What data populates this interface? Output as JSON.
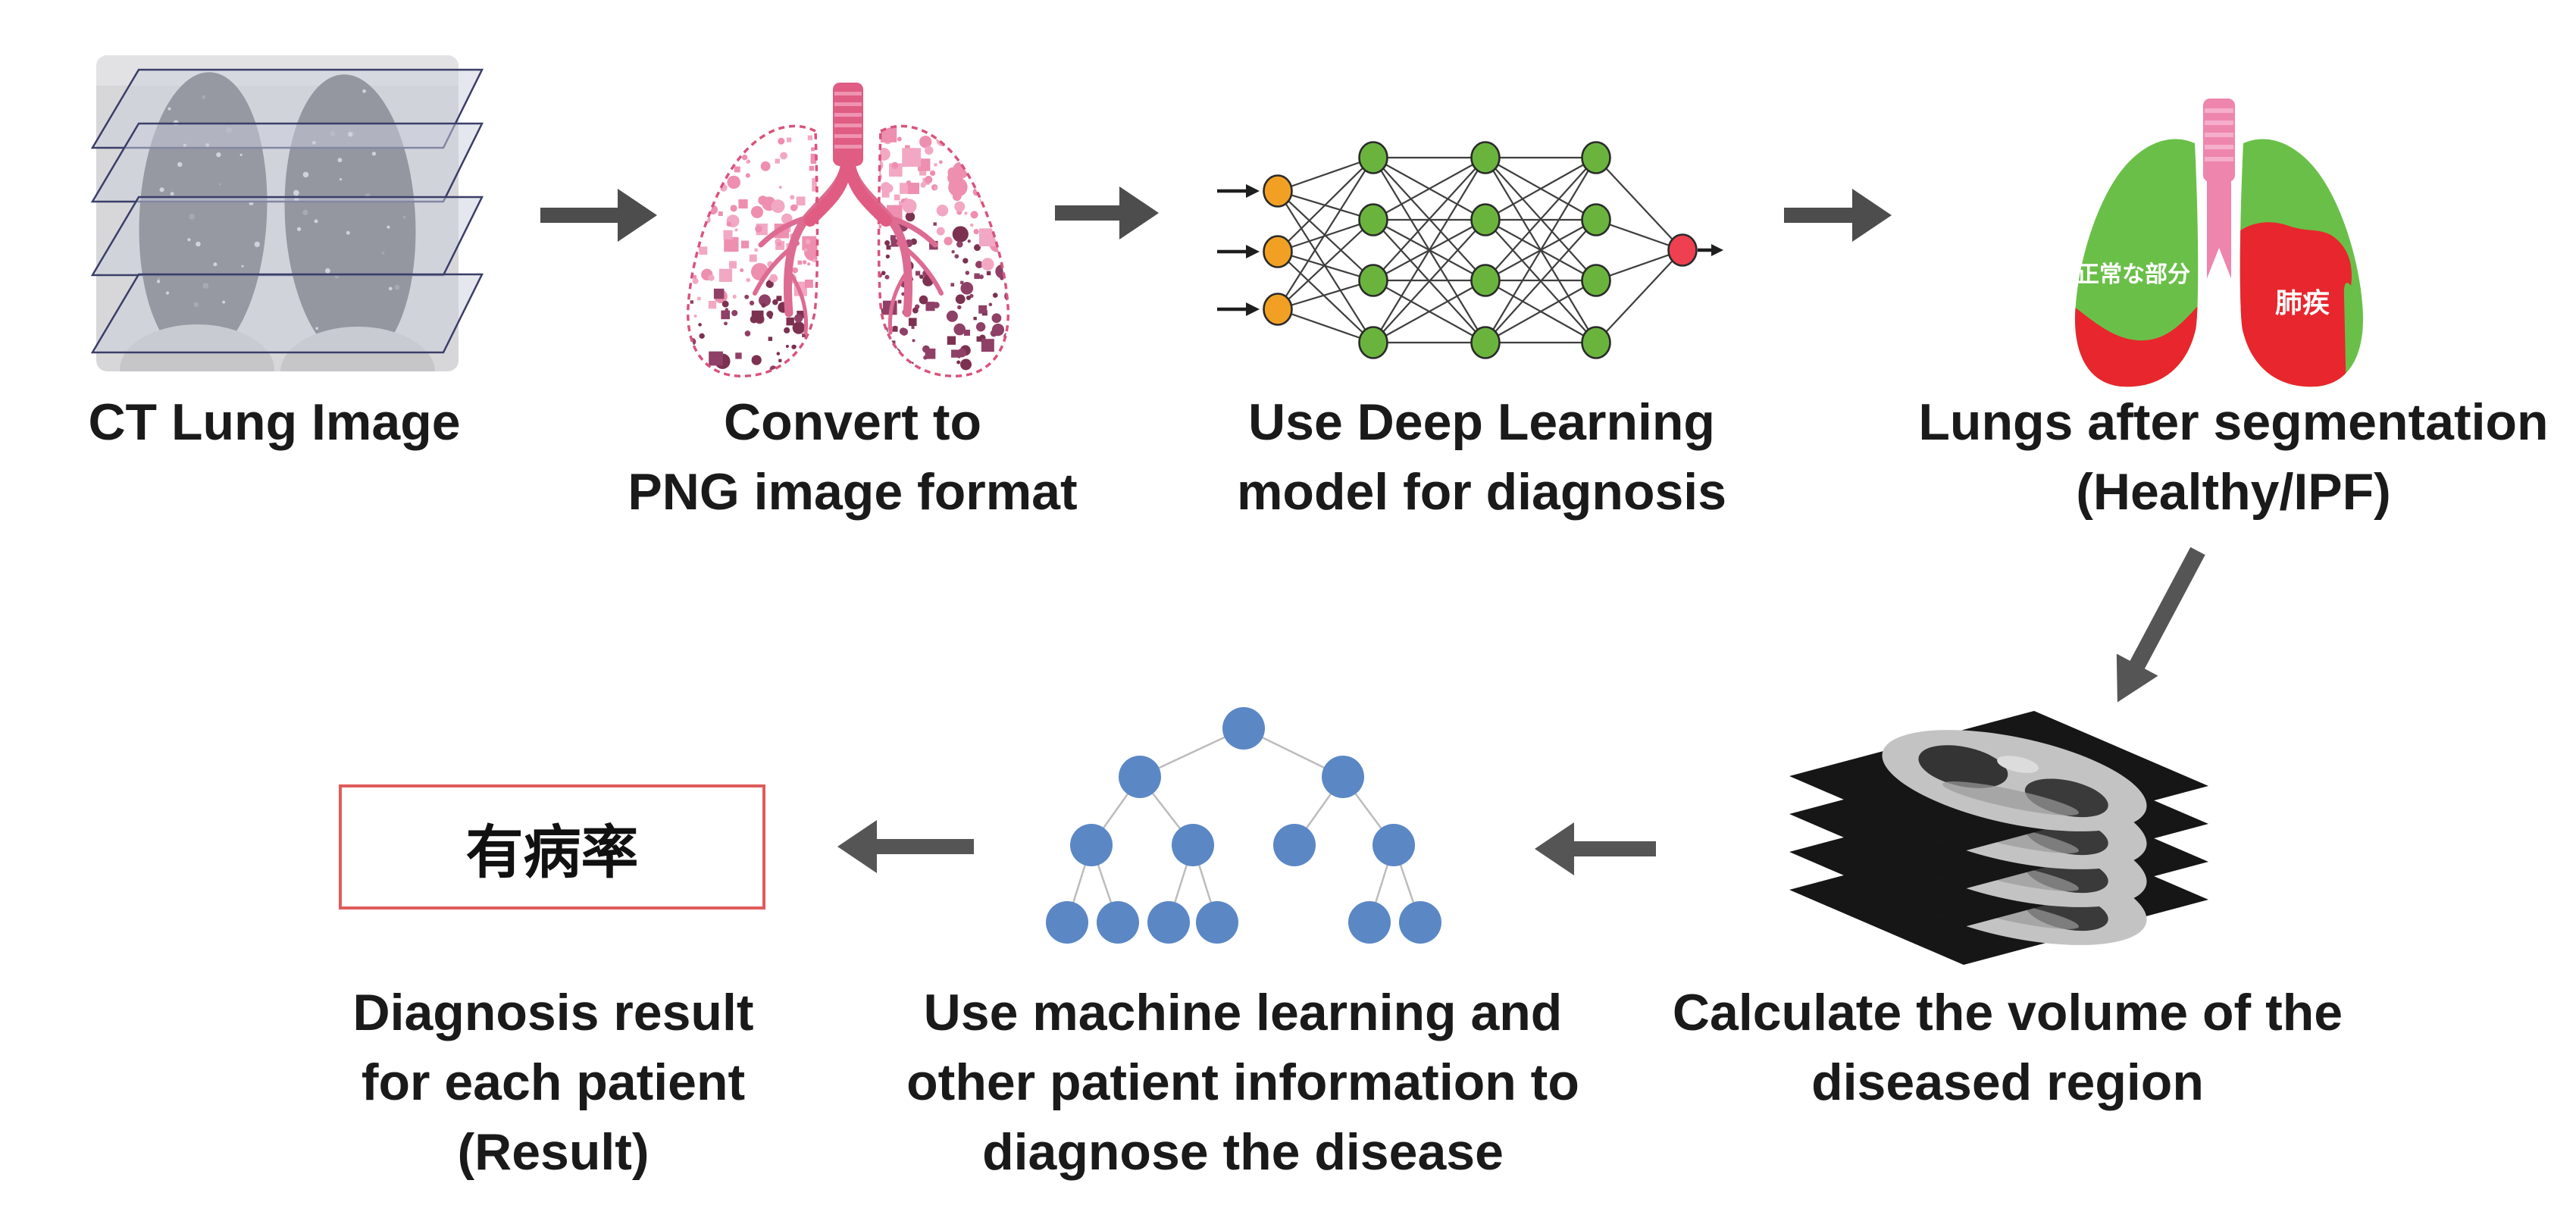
{
  "steps": [
    {
      "name": "ct-lung-image",
      "caption_lines": [
        "CT Lung Image"
      ]
    },
    {
      "name": "convert-to-png",
      "caption_lines": [
        "Convert to",
        "PNG image format"
      ]
    },
    {
      "name": "deep-learning-model",
      "caption_lines": [
        "Use Deep Learning",
        "model for diagnosis"
      ]
    },
    {
      "name": "lungs-after-segmentation",
      "caption_lines": [
        "Lungs after segmentation",
        "(Healthy/IPF)"
      ]
    },
    {
      "name": "calculate-volume",
      "caption_lines": [
        "Calculate the volume of the",
        "diseased region"
      ]
    },
    {
      "name": "machine-learning-diagnosis",
      "caption_lines": [
        "Use machine learning and",
        "other patient information to",
        "diagnose the disease"
      ]
    },
    {
      "name": "diagnosis-result",
      "caption_lines": [
        "Diagnosis result",
        "for each patient",
        "(Result)"
      ]
    }
  ],
  "result_box": {
    "label": "有病率"
  },
  "segmented_lungs": {
    "normal_region_label": "正常な部分",
    "diseased_region_label": "肺疾"
  },
  "colors": {
    "caption_text": "#1a1a1a",
    "flow_arrow": "#4d4d4d",
    "nn_input_node": "#f2a024",
    "nn_hidden_node": "#6ab43e",
    "nn_output_node": "#ee4050",
    "nn_edge": "#3e3e3e",
    "tree_node": "#5b87c5",
    "tree_edge": "#bcbcbc",
    "lung_outline_pink": "#d9537b",
    "trachea_pink": "#e05c82",
    "trachea_stripe": "#ef93b2",
    "dot_pink": "#f2a8c2",
    "dot_dark": "#7c3150",
    "healthy_green": "#6abf48",
    "diseased_red": "#e8262d",
    "segmented_trachea": "#ee85ad",
    "result_box_border": "#e15b5b",
    "ct_plane_border": "#3a3e68"
  }
}
